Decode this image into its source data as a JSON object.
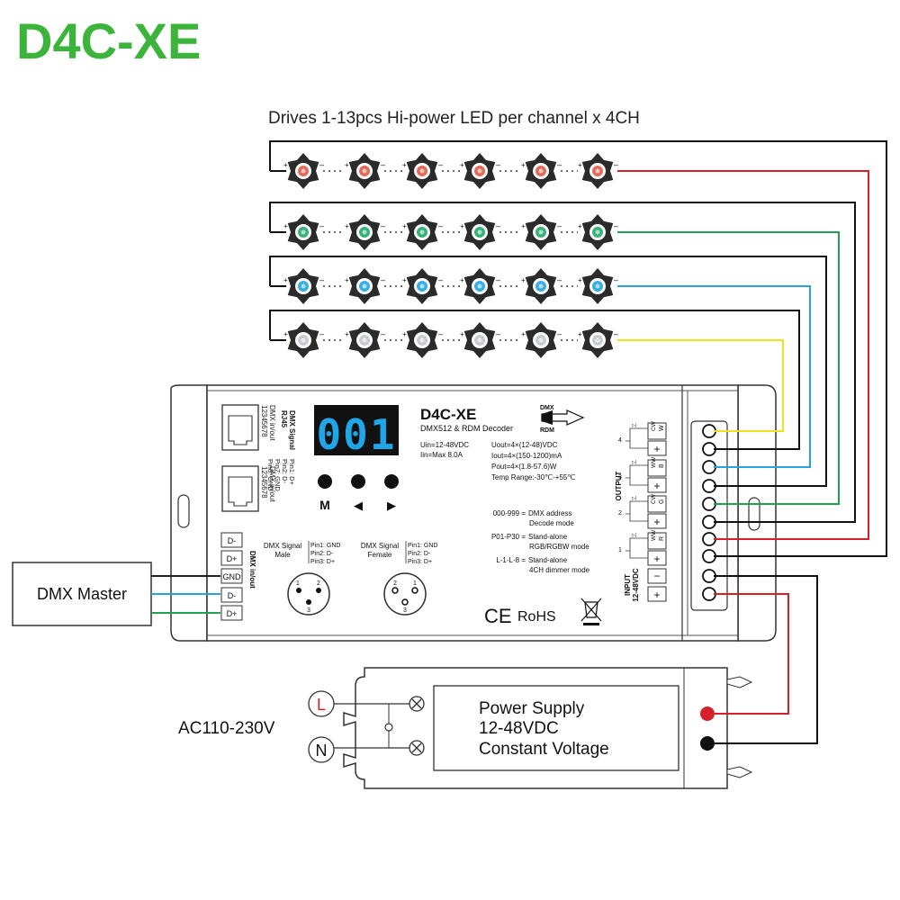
{
  "title": "D4C-XE",
  "subtitle": "Drives 1-13pcs Hi-power LED per channel x 4CH",
  "led_rows": [
    {
      "color": "#e46a5a",
      "wire": "#d6212b"
    },
    {
      "color": "#39b27a",
      "wire": "#1fa053"
    },
    {
      "color": "#3aaee0",
      "wire": "#2aa3dc"
    },
    {
      "color": "#c9cdd2",
      "wire": "#f1e21f"
    }
  ],
  "controller": {
    "model": "D4C-XE",
    "description": "DMX512 & RDM Decoder",
    "display_value": "001",
    "buttons": [
      "M",
      "◀",
      "▶"
    ],
    "rj45_top_label": "DMX Signal\nRJ45",
    "rj45_pins": "Pin1: D+\nPin2: D-\nPin7: GND\nPin8: GND",
    "rj45_port_label": "DMX in/out\n12345678",
    "dmx_logo_top": "DMX",
    "dmx_logo_bottom": "RDM",
    "spec_left": [
      "Uin=12-48VDC",
      "Iin=Max 8.0A"
    ],
    "spec_right": [
      "Uout=4×(12-48)VDC",
      "Iout=4×(150-1200)mA",
      "Pout=4×(1.8-57.6)W",
      "Temp Range:-30℃-+55℃"
    ],
    "modes": [
      {
        "code": "000-999",
        "desc1": "DMX address",
        "desc2": "Decode mode"
      },
      {
        "code": "P01-P30",
        "desc1": "Stand-alone",
        "desc2": "RGB/RGBW mode"
      },
      {
        "code": "L-1-L-8",
        "desc1": "Stand-alone",
        "desc2": "4CH dimmer mode"
      }
    ],
    "xlr_male_title": "DMX Signal\nMale",
    "xlr_male_pins": "Pin1: GND\nPin2: D-\nPin3: D+",
    "xlr_female_title": "DMX Signal\nFemale",
    "xlr_female_pins": "Pin1: GND\nPin2: D-\nPin3: D+",
    "dmx_terminals": [
      "D-",
      "D+",
      "GND",
      "D-",
      "D+"
    ],
    "dmx_inout_label": "DMX in/out",
    "output_label": "OUTPUT",
    "input_label": "INPUT\n12-48VDC",
    "output_channels": [
      {
        "num": "4",
        "letter": "W",
        "tag": "CW"
      },
      {
        "num": "3",
        "letter": "B",
        "tag": "WW"
      },
      {
        "num": "2",
        "letter": "G",
        "tag": "CW"
      },
      {
        "num": "1",
        "letter": "R",
        "tag": "WW"
      }
    ],
    "ce": "CE",
    "rohs": "RoHS"
  },
  "dmx_master": "DMX Master",
  "power_supply": {
    "line1": "Power Supply",
    "line2": "12-48VDC",
    "line3": "Constant Voltage",
    "L": "L",
    "N": "N",
    "ac_label": "AC110-230V"
  }
}
